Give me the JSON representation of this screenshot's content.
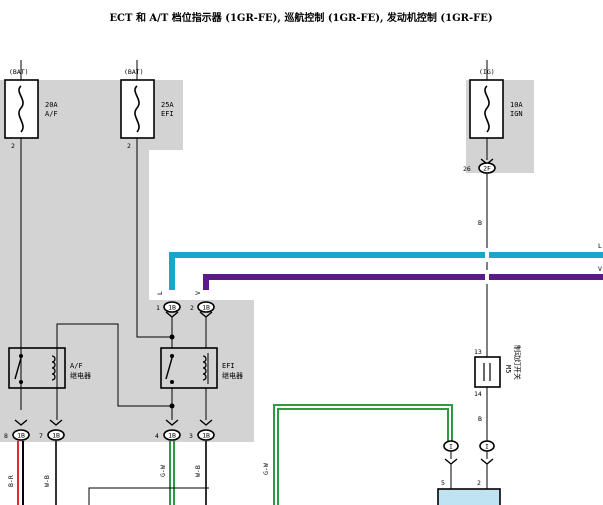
{
  "title": "ECT 和 A/T 档位指示器 (1GR-FE), 巡航控制 (1GR-FE), 发动机控制 (1GR-FE)",
  "fuses": [
    {
      "supply": "(BAT)",
      "rating": "20A",
      "name": "A/F",
      "pin": "2"
    },
    {
      "supply": "(BAT)",
      "rating": "25A",
      "name": "EFI",
      "pin": "2"
    },
    {
      "supply": "(IG)",
      "rating": "10A",
      "name": "IGN",
      "pin": "26",
      "connector": "2F"
    }
  ],
  "relays": [
    {
      "name": "A/F",
      "desc": "继电器"
    },
    {
      "name": "EFI",
      "desc": "继电器"
    }
  ],
  "connectors": {
    "top": [
      {
        "pin": "1",
        "conn": "1B",
        "wire": "L"
      },
      {
        "pin": "2",
        "conn": "1B",
        "wire": "V"
      }
    ],
    "bottom": [
      {
        "pin": "8",
        "conn": "1B",
        "wire": "B-R"
      },
      {
        "pin": "7",
        "conn": "1B",
        "wire": "W-B"
      },
      {
        "pin": "4",
        "conn": "1B",
        "wire": "G-W"
      },
      {
        "pin": "3",
        "conn": "1B",
        "wire": "W-B"
      }
    ],
    "right": [
      {
        "label": "I",
        "wire": "G-W"
      },
      {
        "label": "I",
        "wire": "B"
      }
    ]
  },
  "wire_ends": [
    "L",
    "V"
  ],
  "right_wire_mid": "B",
  "right_wire_low": "B",
  "diode": {
    "code": "M5",
    "name": "制动灯开关",
    "pin_top": "13",
    "pin_bottom": "14"
  },
  "bottom_pins": [
    "5",
    "2"
  ],
  "colors": {
    "shade": "#d3d3d3",
    "wire_blue": "#1aa6c8",
    "wire_purple": "#5b1a8c",
    "wire_green": "#2e9a43",
    "wire_red": "#e02b2b",
    "component_fill": "#bfe3f0"
  }
}
